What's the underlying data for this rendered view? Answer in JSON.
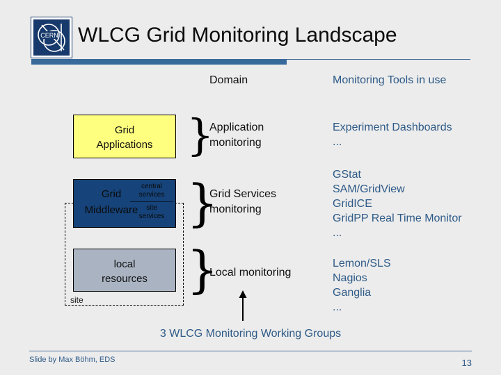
{
  "slide": {
    "title": "WLCG Grid Monitoring Landscape",
    "logo_text": "CERN"
  },
  "columns": {
    "domain_header": "Domain",
    "tools_header": "Monitoring Tools in use"
  },
  "layers": [
    {
      "id": "grid-applications",
      "line1": "Grid",
      "line2": "Applications",
      "color": "#ffff7f"
    },
    {
      "id": "grid-middleware",
      "line1": "Grid",
      "line2": "Middleware",
      "sub_central": "central",
      "sub_central2": "services",
      "sub_site": "site",
      "sub_site2": "services",
      "color": "#164379"
    },
    {
      "id": "local-resources",
      "line1": "local",
      "line2": "resources",
      "color": "#a9b3c2"
    }
  ],
  "site_box": {
    "label": "site"
  },
  "domain_labels": {
    "application_l1": "Application",
    "application_l2": "monitoring",
    "gridservices_l1": "Grid Services",
    "gridservices_l2": "monitoring",
    "local": "Local monitoring"
  },
  "tools": {
    "application": [
      "Experiment Dashboards",
      "..."
    ],
    "grid_services": [
      "GStat",
      "SAM/GridView",
      "GridICE",
      "GridPP Real Time Monitor",
      "..."
    ],
    "local": [
      "Lemon/SLS",
      "Nagios",
      "Ganglia",
      "..."
    ]
  },
  "footer": {
    "caption": "3 WLCG Monitoring Working Groups",
    "author": "Slide by Max Böhm, EDS",
    "page_number": "13"
  },
  "colors": {
    "background": "#ececec",
    "accent_blue": "#2e5a87",
    "rule_blue": "#37699b",
    "navy": "#164379",
    "yellow": "#ffff7f",
    "gray_blue": "#a9b3c2"
  }
}
